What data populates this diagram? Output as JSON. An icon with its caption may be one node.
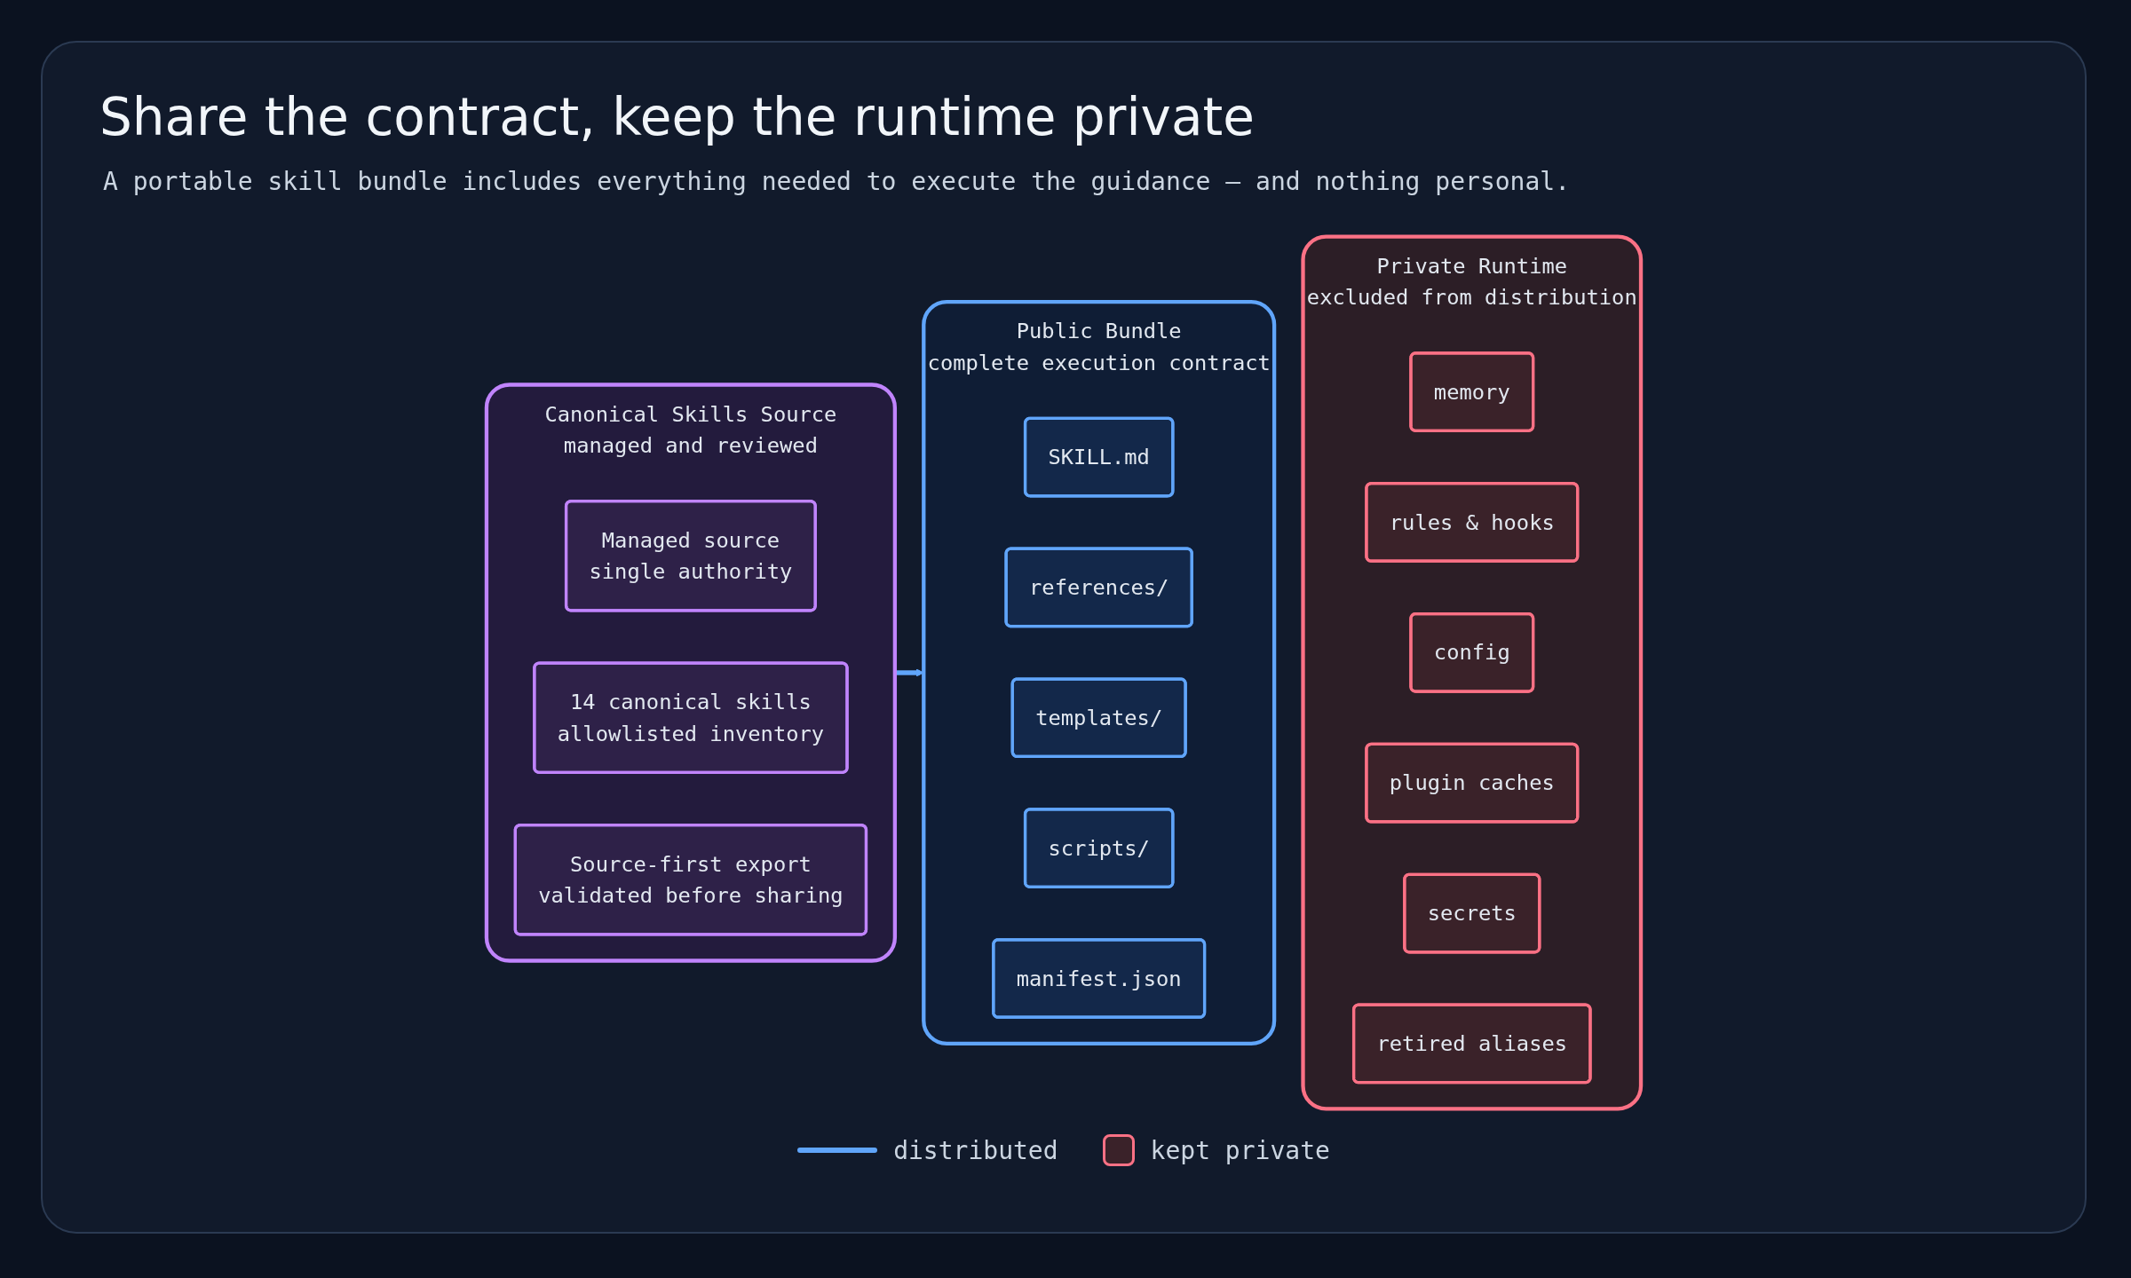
{
  "diagram": {
    "title": "Share the contract, keep the runtime private",
    "caption": "A portable skill bundle includes everything needed to execute the guidance – and nothing personal.",
    "nodes": [
      {
        "text": [
          "Canonical Skills Source",
          "managed and reviewed"
        ]
      },
      {
        "text": [
          "Managed source",
          "single authority"
        ],
        "in": 0
      },
      {
        "text": [
          "14 canonical skills",
          "allowlisted inventory"
        ],
        "in": 0
      },
      {
        "text": [
          "Source-first export",
          "validated before sharing"
        ],
        "in": 0
      },
      {
        "text": [
          "Public Bundle",
          "complete execution contract"
        ]
      },
      {
        "text": [
          "SKILL.md"
        ],
        "in": 4
      },
      {
        "text": [
          "references/"
        ],
        "in": 4
      },
      {
        "text": [
          "templates/"
        ],
        "in": 4
      },
      {
        "text": [
          "scripts/"
        ],
        "in": 4
      },
      {
        "text": [
          "manifest.json"
        ],
        "in": 4
      },
      {
        "text": [
          "Private Runtime",
          "excluded from distribution"
        ]
      },
      {
        "text": [
          "memory"
        ],
        "in": 10
      },
      {
        "text": [
          "rules & hooks"
        ],
        "in": 10
      },
      {
        "text": [
          "config"
        ],
        "in": 10
      },
      {
        "text": [
          "plugin caches"
        ],
        "in": 10
      },
      {
        "text": [
          "secrets"
        ],
        "in": 10
      },
      {
        "text": [
          "retired aliases"
        ],
        "in": 10
      }
    ],
    "edges": [
      {
        "from": 0,
        "to": 4,
        "arrow": "to"
      }
    ],
    "legend": [
      {
        "text": "distributed"
      },
      {
        "text": "kept private",
        "color": "#3a2229"
      }
    ]
  }
}
